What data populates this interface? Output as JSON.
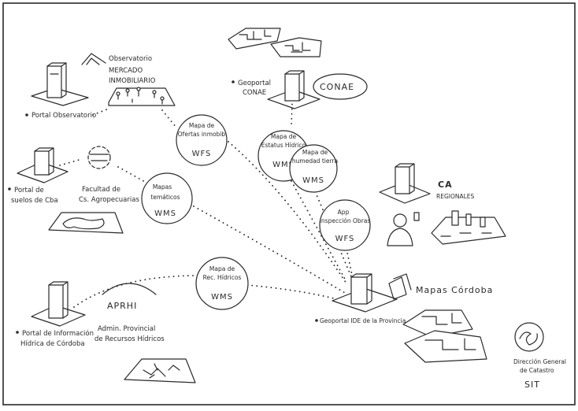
{
  "theme": {
    "ink": "#2a2a2a",
    "paper": "#ffffff",
    "frame": "#1a1a1a"
  },
  "services": {
    "ofertas": {
      "line1": "Mapa de",
      "line2": "Ofertas inmobib",
      "proto": "WFS"
    },
    "estatus": {
      "line1": "Mapa de",
      "line2": "Estatus Hídrico",
      "proto": "WMS"
    },
    "humedad": {
      "line1": "Mapa de",
      "line2": "humedad tierra",
      "proto": "WMS"
    },
    "tematicos": {
      "line1": "Mapas",
      "line2": "temáticos",
      "proto": "WMS"
    },
    "app": {
      "line1": "App",
      "line2": "Inspección Obras",
      "proto": "WFS"
    },
    "hidricos": {
      "line1": "Mapa de",
      "line2": "Rec. Hídricos",
      "proto": "WMS"
    }
  },
  "nodes": {
    "observatorio": {
      "line1": "Observatorio",
      "line2": "MERCADO",
      "line3": "INMOBILIARIO",
      "portal": "Portal Observatorio"
    },
    "conae": {
      "line1": "Geoportal",
      "line2": "CONAE",
      "logo": "CONAE"
    },
    "suelos": {
      "line1": "Portal de",
      "line2": "suelos de Cba"
    },
    "facultad": {
      "line1": "Facultad de",
      "line2": "Cs. Agropecuarias"
    },
    "regional": {
      "logo": "CA",
      "label": "REGIONALES"
    },
    "aprhi": {
      "logo": "APRHI",
      "line1": "Admin. Provincial",
      "line2": "de Recursos Hídricos"
    },
    "hidrica": {
      "line1": "Portal de Información",
      "line2": "Hídrica de Córdoba"
    },
    "ide": {
      "label": "Geoportal IDE de la Provincia"
    },
    "mapas": {
      "label": "Mapas Córdoba"
    },
    "catastro": {
      "line1": "Dirección General",
      "line2": "de Catastro",
      "line3": "SIT"
    }
  },
  "icons": [
    "server-icon",
    "map-sheet-icon",
    "building-icon",
    "person-phone-icon",
    "pin-icon",
    "compass-logo-icon"
  ]
}
